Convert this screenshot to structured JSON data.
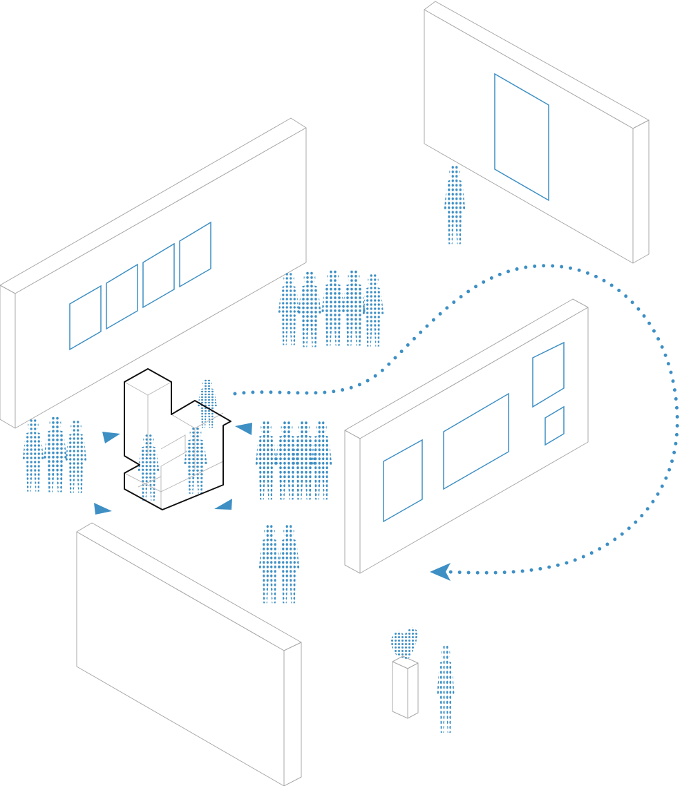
{
  "colors": {
    "accent": "#3d8fc4",
    "wall_stroke": "#a8a8a8",
    "object_stroke": "#111111"
  },
  "scene": {
    "walls": 4,
    "artworks": 9,
    "circulation_arrow": "visitor-path"
  }
}
